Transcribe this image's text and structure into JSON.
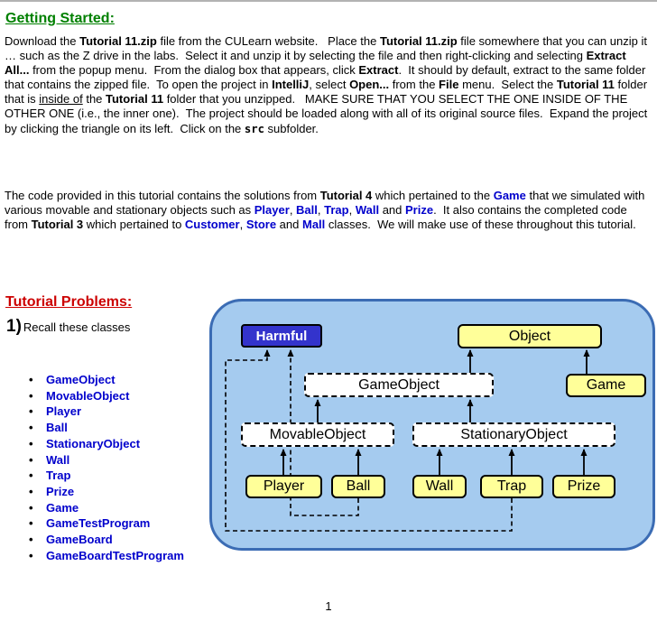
{
  "page": {
    "number": "1"
  },
  "sections": {
    "getting_started": {
      "heading": "Getting Started:"
    },
    "tutorial_problems": {
      "heading": "Tutorial Problems:"
    }
  },
  "paragraph1": [
    {
      "t": "Download the "
    },
    {
      "t": "Tutorial 11.zip",
      "cls": "bold"
    },
    {
      "t": " file from the CULearn website.   Place the "
    },
    {
      "t": "Tutorial 11.zip",
      "cls": "bold"
    },
    {
      "t": " file somewhere that you can unzip it … such as the Z drive in the labs.  Select it and unzip it by selecting the file and then right-clicking and selecting "
    },
    {
      "t": "Extract All...",
      "cls": "bold"
    },
    {
      "t": " from the popup menu.  From the dialog box that appears, click "
    },
    {
      "t": "Extract",
      "cls": "bold"
    },
    {
      "t": ".  It should by default, extract to the same folder that contains the zipped file.  To open the project in "
    },
    {
      "t": "IntelliJ",
      "cls": "bold"
    },
    {
      "t": ", select "
    },
    {
      "t": "Open...",
      "cls": "bold"
    },
    {
      "t": " from the "
    },
    {
      "t": "File",
      "cls": "bold"
    },
    {
      "t": " menu.  Select the "
    },
    {
      "t": "Tutorial 11",
      "cls": "bold"
    },
    {
      "t": " folder that is "
    },
    {
      "t": "inside of",
      "cls": "underline"
    },
    {
      "t": " the "
    },
    {
      "t": "Tutorial 11",
      "cls": "bold"
    },
    {
      "t": " folder that you unzipped.   MAKE SURE THAT YOU SELECT THE ONE INSIDE OF THE OTHER ONE (i.e., the inner one).  The project should be loaded along with all of its original source files.  Expand the project by clicking the triangle on its left.  Click on the "
    },
    {
      "t": "src",
      "cls": "code"
    },
    {
      "t": " subfolder."
    }
  ],
  "paragraph2": [
    {
      "t": "The code provided in this tutorial contains the solutions from "
    },
    {
      "t": "Tutorial 4",
      "cls": "bold"
    },
    {
      "t": " which pertained to the "
    },
    {
      "t": "Game",
      "cls": "bold-blue"
    },
    {
      "t": " that we simulated with various movable and stationary objects such as "
    },
    {
      "t": "Player",
      "cls": "bold-blue"
    },
    {
      "t": ", "
    },
    {
      "t": "Ball",
      "cls": "bold-blue"
    },
    {
      "t": ", "
    },
    {
      "t": "Trap",
      "cls": "bold-blue"
    },
    {
      "t": ", "
    },
    {
      "t": "Wall",
      "cls": "bold-blue"
    },
    {
      "t": " and "
    },
    {
      "t": "Prize",
      "cls": "bold-blue"
    },
    {
      "t": ".  It also contains the completed code from "
    },
    {
      "t": "Tutorial 3",
      "cls": "bold"
    },
    {
      "t": " which pertained to "
    },
    {
      "t": "Customer",
      "cls": "bold-blue"
    },
    {
      "t": ", "
    },
    {
      "t": "Store",
      "cls": "bold-blue"
    },
    {
      "t": " and "
    },
    {
      "t": "Mall",
      "cls": "bold-blue"
    },
    {
      "t": " classes.  We will make use of these throughout this tutorial."
    }
  ],
  "problem1": {
    "number": "1)",
    "text": "Recall these classes"
  },
  "class_list": [
    "GameObject",
    "MovableObject",
    "Player",
    "Ball",
    "StationaryObject",
    "Wall",
    "Trap",
    "Prize",
    "Game",
    "GameTestProgram",
    "GameBoard",
    "GameBoardTestProgram"
  ],
  "diagram": {
    "nodes": {
      "harmful": "Harmful",
      "object": "Object",
      "game_object": "GameObject",
      "game": "Game",
      "movable_object": "MovableObject",
      "stationary_object": "StationaryObject",
      "player": "Player",
      "ball": "Ball",
      "wall": "Wall",
      "trap": "Trap",
      "prize": "Prize"
    },
    "edges": [
      {
        "from": "Player",
        "to": "MovableObject",
        "type": "solid"
      },
      {
        "from": "Ball",
        "to": "MovableObject",
        "type": "solid"
      },
      {
        "from": "Wall",
        "to": "StationaryObject",
        "type": "solid"
      },
      {
        "from": "Trap",
        "to": "StationaryObject",
        "type": "solid"
      },
      {
        "from": "Prize",
        "to": "StationaryObject",
        "type": "solid"
      },
      {
        "from": "MovableObject",
        "to": "GameObject",
        "type": "solid"
      },
      {
        "from": "StationaryObject",
        "to": "GameObject",
        "type": "solid"
      },
      {
        "from": "GameObject",
        "to": "Object",
        "type": "solid"
      },
      {
        "from": "Game",
        "to": "Object",
        "type": "solid"
      },
      {
        "from": "Ball",
        "to": "Harmful",
        "type": "dashed"
      },
      {
        "from": "Trap",
        "to": "Harmful",
        "type": "dashed"
      }
    ],
    "colors": {
      "panel_bg": "#A5CBEF",
      "panel_border": "#3B6CB4",
      "class_fill": "#FFFF99",
      "abstract_fill": "#FFFFFF",
      "interface_fill": "#3333CC",
      "interface_text": "#FFFFFF"
    }
  },
  "colors": {
    "heading_green": "#008000",
    "heading_red": "#CC0000",
    "class_blue": "#0000CC"
  }
}
